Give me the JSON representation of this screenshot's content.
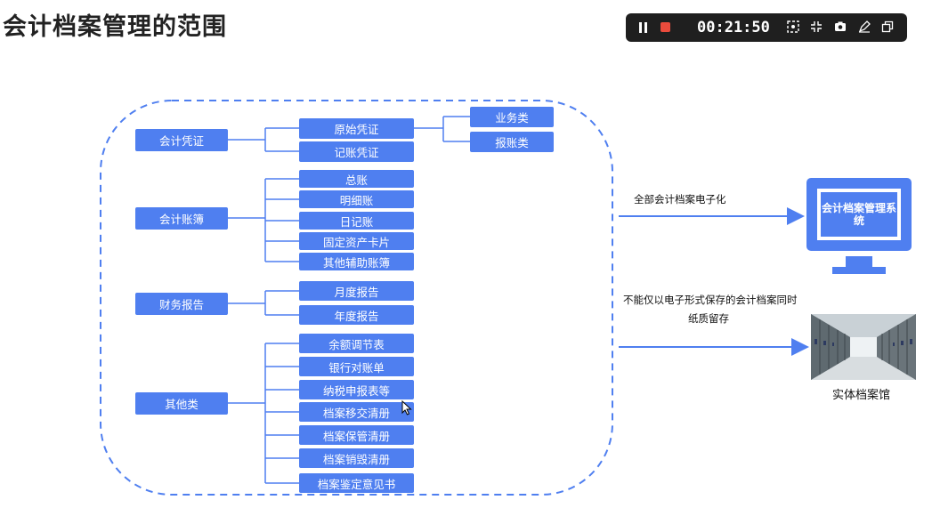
{
  "title": "会计档案管理的范围",
  "recorder": {
    "time": "00:21:50"
  },
  "categories": [
    {
      "label": "会计凭证",
      "children": [
        "原始凭证",
        "记账凭证"
      ]
    },
    {
      "label": "会计账簿",
      "children": [
        "总账",
        "明细账",
        "日记账",
        "固定资产卡片",
        "其他辅助账簿"
      ]
    },
    {
      "label": "财务报告",
      "children": [
        "月度报告",
        "年度报告"
      ]
    },
    {
      "label": "其他类",
      "children": [
        "余额调节表",
        "银行对账单",
        "纳税申报表等",
        "档案移交清册",
        "档案保管清册",
        "档案销毁清册",
        "档案鉴定意见书"
      ]
    }
  ],
  "voucher_types": [
    "业务类",
    "报账类"
  ],
  "arrow_top_label": "全部会计档案电子化",
  "arrow_bottom_label_line1": "不能仅以电子形式保存的会计档案同时",
  "arrow_bottom_label_line2": "纸质留存",
  "system_label": "会计档案管理系统",
  "archive_label": "实体档案馆"
}
